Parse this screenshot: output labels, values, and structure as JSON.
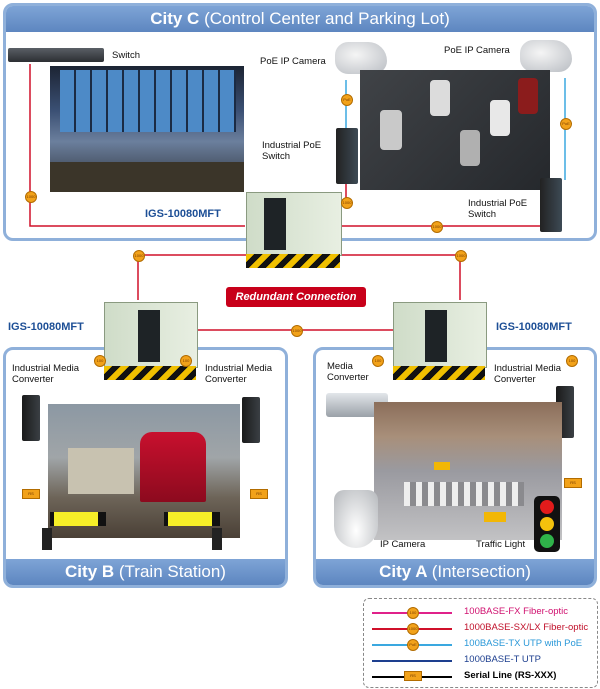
{
  "city_c": {
    "title": "City C",
    "subtitle": "(Control Center and Parking Lot)"
  },
  "city_b": {
    "title": "City B",
    "subtitle": "(Train Station)"
  },
  "city_a": {
    "title": "City A",
    "subtitle": "(Intersection)"
  },
  "labels": {
    "switch": "Switch",
    "poe_cam_left": "PoE IP Camera",
    "poe_cam_right": "PoE IP Camera",
    "ind_poe_switch_left": "Industrial PoE Switch",
    "ind_poe_switch_right": "Industrial PoE Switch",
    "igs_top": "IGS-10080MFT",
    "igs_left": "IGS-10080MFT",
    "igs_right": "IGS-10080MFT",
    "redundant": "Redundant Connection",
    "b_conv_left": "Industrial Media Converter",
    "b_conv_right": "Industrial Media Converter",
    "a_media_conv": "Media Converter",
    "a_ind_conv": "Industrial Media Converter",
    "ip_camera": "IP Camera",
    "traffic_light": "Traffic Light"
  },
  "legend": [
    {
      "text": "100BASE-FX Fiber-optic",
      "color": "#e0218a",
      "text_color": "#d0106f"
    },
    {
      "text": "1000BASE-SX/LX Fiber-optic",
      "color": "#d0102a",
      "text_color": "#c0102a"
    },
    {
      "text": "100BASE-TX UTP with PoE",
      "color": "#3aa8e0",
      "text_color": "#2a98d8"
    },
    {
      "text": "1000BASE-T UTP",
      "color": "#1d3f8f",
      "text_color": "#1d3f8f"
    },
    {
      "text": "Serial Line (RS-XXX)",
      "color": "#000000",
      "text_color": "#000000"
    }
  ],
  "colors": {
    "box_border": "#8fb0da",
    "title_bar": "#6b93cb",
    "accent_red": "#c8001a",
    "igs_blue": "#1d4f96"
  }
}
